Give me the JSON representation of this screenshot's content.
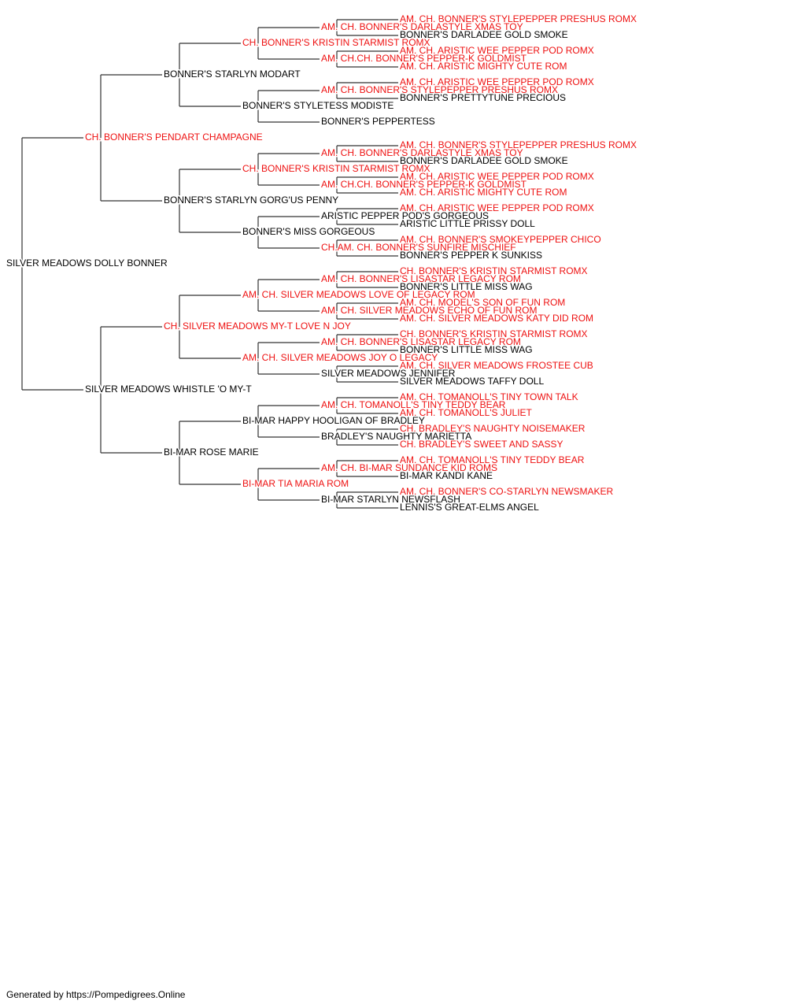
{
  "colors": {
    "champion": "#ee1111",
    "normal": "#000000",
    "line": "#333333"
  },
  "pedigree": [
    {
      "gen": 0,
      "name": "SILVER MEADOWS DOLLY BONNER",
      "champion": false
    },
    {
      "gen": 1,
      "name": "CH. BONNER'S PENDART CHAMPAGNE",
      "champion": true
    },
    {
      "gen": 2,
      "name": "BONNER'S STARLYN MODART",
      "champion": false
    },
    {
      "gen": 3,
      "name": "CH. BONNER'S KRISTIN STARMIST ROMX",
      "champion": true
    },
    {
      "gen": 4,
      "name": "AM. CH. BONNER'S DARLASTYLE XMAS TOY",
      "champion": true
    },
    {
      "gen": 5,
      "name": "AM. CH. BONNER'S STYLEPEPPER PRESHUS ROMX",
      "champion": true
    },
    {
      "gen": 5,
      "name": "BONNER'S DARLADEE GOLD SMOKE",
      "champion": false
    },
    {
      "gen": 4,
      "name": "AM. CH.CH. BONNER'S PEPPER-K GOLDMIST",
      "champion": true
    },
    {
      "gen": 5,
      "name": "AM. CH. ARISTIC WEE PEPPER POD ROMX",
      "champion": true
    },
    {
      "gen": 5,
      "name": "AM. CH. ARISTIC MIGHTY CUTE ROM",
      "champion": true
    },
    {
      "gen": 3,
      "name": "BONNER'S STYLETESS MODISTE",
      "champion": false
    },
    {
      "gen": 4,
      "name": "AM. CH. BONNER'S STYLEPEPPER PRESHUS ROMX",
      "champion": true
    },
    {
      "gen": 5,
      "name": "AM. CH. ARISTIC WEE PEPPER POD ROMX",
      "champion": true
    },
    {
      "gen": 5,
      "name": "BONNER'S PRETTYTUNE PRECIOUS",
      "champion": false
    },
    {
      "gen": 4,
      "name": "BONNER'S PEPPERTESS",
      "champion": false
    },
    {
      "gen": 2,
      "name": "BONNER'S STARLYN GORG'US PENNY",
      "champion": false
    },
    {
      "gen": 3,
      "name": "CH. BONNER'S KRISTIN STARMIST ROMX",
      "champion": true
    },
    {
      "gen": 4,
      "name": "AM. CH. BONNER'S DARLASTYLE XMAS TOY",
      "champion": true
    },
    {
      "gen": 5,
      "name": "AM. CH. BONNER'S STYLEPEPPER PRESHUS ROMX",
      "champion": true
    },
    {
      "gen": 5,
      "name": "BONNER'S DARLADEE GOLD SMOKE",
      "champion": false
    },
    {
      "gen": 4,
      "name": "AM. CH.CH. BONNER'S PEPPER-K GOLDMIST",
      "champion": true
    },
    {
      "gen": 5,
      "name": "AM. CH. ARISTIC WEE PEPPER POD ROMX",
      "champion": true
    },
    {
      "gen": 5,
      "name": "AM. CH. ARISTIC MIGHTY CUTE ROM",
      "champion": true
    },
    {
      "gen": 3,
      "name": "BONNER'S MISS GORGEOUS",
      "champion": false
    },
    {
      "gen": 4,
      "name": "ARISTIC PEPPER POD'S GORGEOUS",
      "champion": false
    },
    {
      "gen": 5,
      "name": "AM. CH. ARISTIC WEE PEPPER POD ROMX",
      "champion": true
    },
    {
      "gen": 5,
      "name": "ARISTIC LITTLE PRISSY DOLL",
      "champion": false
    },
    {
      "gen": 4,
      "name": "CH.AM. CH. BONNER'S SUNFIRE MISCHIEF",
      "champion": true
    },
    {
      "gen": 5,
      "name": "AM. CH. BONNER'S SMOKEYPEPPER CHICO",
      "champion": true
    },
    {
      "gen": 5,
      "name": "BONNER'S PEPPER K SUNKISS",
      "champion": false
    },
    {
      "gen": 1,
      "name": "SILVER MEADOWS WHISTLE 'O MY-T",
      "champion": false
    },
    {
      "gen": 2,
      "name": "CH. SILVER MEADOWS MY-T LOVE N JOY",
      "champion": true
    },
    {
      "gen": 3,
      "name": "AM. CH. SILVER MEADOWS LOVE OF LEGACY ROM",
      "champion": true
    },
    {
      "gen": 4,
      "name": "AM. CH. BONNER'S LISASTAR LEGACY ROM",
      "champion": true
    },
    {
      "gen": 5,
      "name": "CH. BONNER'S KRISTIN STARMIST ROMX",
      "champion": true
    },
    {
      "gen": 5,
      "name": "BONNER'S LITTLE MISS WAG",
      "champion": false
    },
    {
      "gen": 4,
      "name": "AM. CH. SILVER MEADOWS ECHO OF FUN ROM",
      "champion": true
    },
    {
      "gen": 5,
      "name": "AM. CH. MODEL'S SON OF FUN ROM",
      "champion": true
    },
    {
      "gen": 5,
      "name": "AM. CH. SILVER MEADOWS KATY DID ROM",
      "champion": true
    },
    {
      "gen": 3,
      "name": "AM. CH. SILVER MEADOWS JOY O LEGACY",
      "champion": true
    },
    {
      "gen": 4,
      "name": "AM. CH. BONNER'S LISASTAR LEGACY ROM",
      "champion": true
    },
    {
      "gen": 5,
      "name": "CH. BONNER'S KRISTIN STARMIST ROMX",
      "champion": true
    },
    {
      "gen": 5,
      "name": "BONNER'S LITTLE MISS WAG",
      "champion": false
    },
    {
      "gen": 4,
      "name": "SILVER MEADOWS JENNIFER",
      "champion": false
    },
    {
      "gen": 5,
      "name": "AM. CH. SILVER MEADOWS FROSTEE CUB",
      "champion": true
    },
    {
      "gen": 5,
      "name": "SILVER MEADOWS TAFFY DOLL",
      "champion": false
    },
    {
      "gen": 2,
      "name": "BI-MAR ROSE MARIE",
      "champion": false
    },
    {
      "gen": 3,
      "name": "BI-MAR HAPPY HOOLIGAN OF BRADLEY",
      "champion": false
    },
    {
      "gen": 4,
      "name": "AM. CH. TOMANOLL'S TINY TEDDY BEAR",
      "champion": true
    },
    {
      "gen": 5,
      "name": "AM. CH. TOMANOLL'S TINY TOWN TALK",
      "champion": true
    },
    {
      "gen": 5,
      "name": "AM. CH. TOMANOLL'S JULIET",
      "champion": true
    },
    {
      "gen": 4,
      "name": "BRADLEY'S NAUGHTY MARIETTA",
      "champion": false
    },
    {
      "gen": 5,
      "name": "CH. BRADLEY'S NAUGHTY NOISEMAKER",
      "champion": true
    },
    {
      "gen": 5,
      "name": "CH. BRADLEY'S SWEET AND SASSY",
      "champion": true
    },
    {
      "gen": 3,
      "name": "BI-MAR TIA MARIA ROM",
      "champion": true
    },
    {
      "gen": 4,
      "name": "AM. CH. BI-MAR SUNDANCE KID ROMS",
      "champion": true
    },
    {
      "gen": 5,
      "name": "AM. CH. TOMANOLL'S TINY TEDDY BEAR",
      "champion": true
    },
    {
      "gen": 5,
      "name": "BI-MAR KANDI KANE",
      "champion": false
    },
    {
      "gen": 4,
      "name": "BI-MAR STARLYN NEWSFLASH",
      "champion": false
    },
    {
      "gen": 5,
      "name": "AM. CH. BONNER'S CO-STARLYN NEWSMAKER",
      "champion": true
    },
    {
      "gen": 5,
      "name": "LENNIS'S GREAT-ELMS ANGEL",
      "champion": false
    }
  ],
  "footer": "Generated by https://Pompedigrees.Online"
}
